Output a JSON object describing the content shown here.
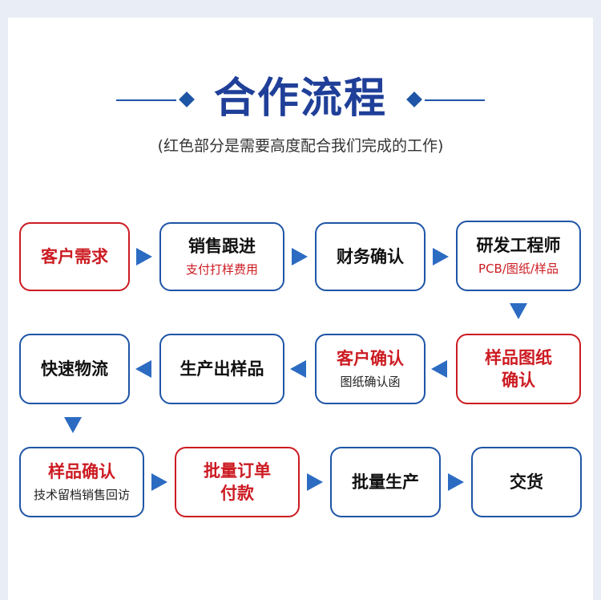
{
  "title": "合作流程",
  "subtitle": "(红色部分是需要高度配合我们完成的工作)",
  "colors": {
    "accent_blue": "#1f55a6",
    "highlight_red": "#cc1b22",
    "arrow_blue": "#2c6bc2"
  },
  "steps": {
    "customer_demand": {
      "label": "客户需求"
    },
    "sales_followup": {
      "label": "销售跟进",
      "note": "支付打样费用"
    },
    "finance_confirm": {
      "label": "财务确认"
    },
    "rd_engineer": {
      "label": "研发工程师",
      "note": "PCB/图纸/样品"
    },
    "sample_drawing_confirm": {
      "label": "样品图纸\n确认"
    },
    "customer_confirm": {
      "label": "客户确认",
      "note": "图纸确认函"
    },
    "produce_sample": {
      "label": "生产出样品"
    },
    "express_logistics": {
      "label": "快速物流"
    },
    "sample_confirm": {
      "label": "样品确认",
      "note": "技术留档销售回访"
    },
    "bulk_order_payment": {
      "label": "批量订单\n付款"
    },
    "mass_production": {
      "label": "批量生产"
    },
    "delivery": {
      "label": "交货"
    }
  }
}
